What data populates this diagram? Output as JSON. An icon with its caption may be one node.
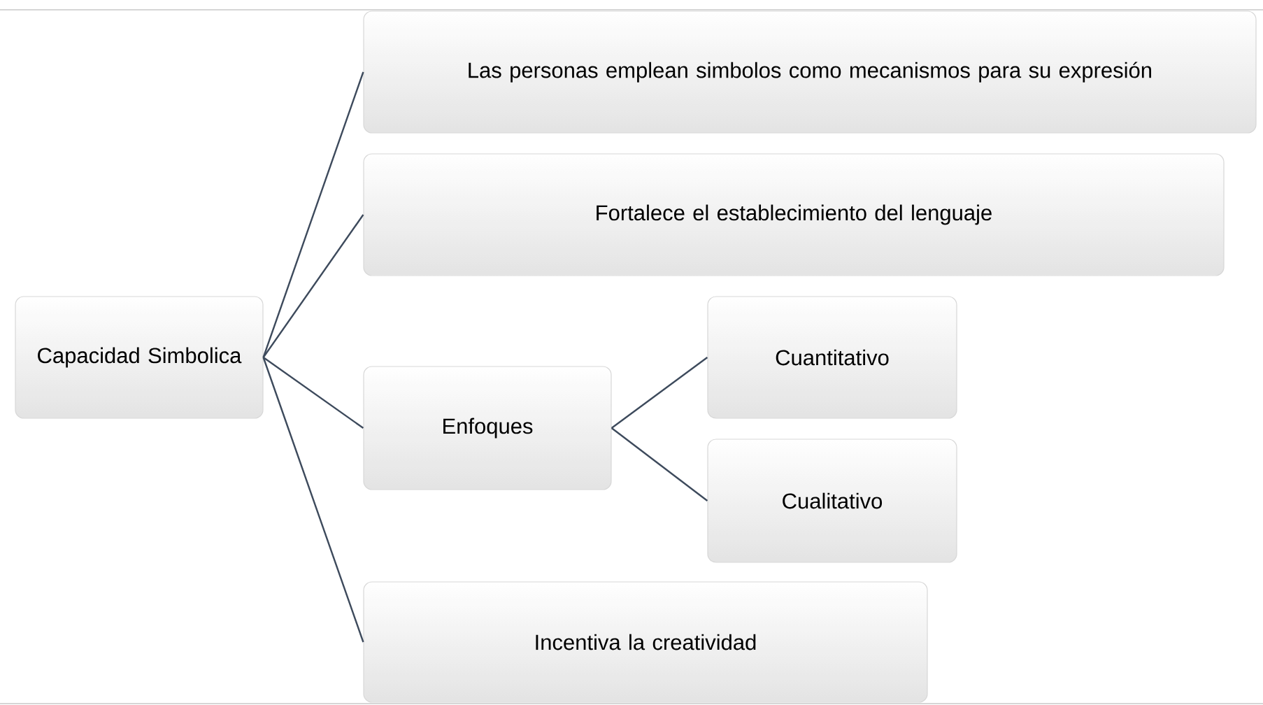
{
  "diagram": {
    "nodes": [
      {
        "text": [
          "Capacidad Simbolica"
        ]
      },
      {
        "text": [
          "Las personas emplean simbolos como mecanismos para su expresión"
        ]
      },
      {
        "text": [
          "Fortalece el establecimiento del lenguaje"
        ]
      },
      {
        "text": [
          "Enfoques"
        ]
      },
      {
        "text": [
          "Cuantitativo"
        ]
      },
      {
        "text": [
          "Cualitativo"
        ]
      },
      {
        "text": [
          "Incentiva la creatividad"
        ]
      }
    ],
    "edges": [
      {
        "from": 0,
        "to": 1,
        "arrow": "none"
      },
      {
        "from": 0,
        "to": 2,
        "arrow": "none"
      },
      {
        "from": 0,
        "to": 3,
        "arrow": "none"
      },
      {
        "from": 0,
        "to": 6,
        "arrow": "none"
      },
      {
        "from": 3,
        "to": 4,
        "arrow": "none"
      },
      {
        "from": 3,
        "to": 5,
        "arrow": "none"
      }
    ]
  }
}
